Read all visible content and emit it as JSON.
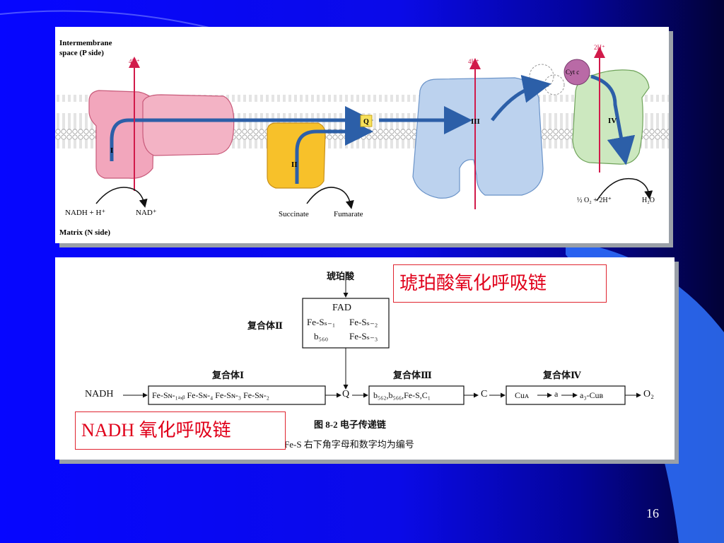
{
  "slide": {
    "page_number": "16"
  },
  "top_diagram": {
    "intermembrane_label_1": "Intermembrane",
    "intermembrane_label_2": "space (P side)",
    "matrix_label": "Matrix (N side)",
    "proton_I": "4H⁺",
    "proton_III": "4H⁺",
    "proton_IV": "2H⁺",
    "complex_I": "I",
    "complex_II": "II",
    "complex_III": "III",
    "complex_IV": "IV",
    "q_label": "Q",
    "cyt_c": "Cyt c",
    "nadh": "NADH + H⁺",
    "nad": "NAD⁺",
    "succinate": "Succinate",
    "fumarate": "Fumarate",
    "oxygen": "½ O₂ + 2H⁺",
    "water": "H₂O"
  },
  "bottom_diagram": {
    "succinate_cn": "琥珀酸",
    "fad": "FAD",
    "fes_s1": "Fe-Sₛ₋₁",
    "fes_s2": "Fe-Sₛ₋₂",
    "b560": "b₅₆₀",
    "fes_s3": "Fe-Sₛ₋₃",
    "complex_II_cn": "复合体Ⅱ",
    "complex_I_cn": "复合体Ⅰ",
    "complex_III_cn": "复合体Ⅲ",
    "complex_IV_cn": "复合体Ⅳ",
    "nadh": "NADH",
    "complex_I_content": "Fe-Sɴ-₁ₐ,ᵦ Fe-Sɴ-₄ Fe-Sɴ-₃ Fe-Sɴ-₂",
    "q": "Q",
    "complex_III_content": "b₅₆₂,b₅₆₆,Fe-S,C₁",
    "c": "C",
    "cu_a": "Cuᴀ",
    "a": "a",
    "a3_cub": "a₃-Cuʙ",
    "o2": "O₂",
    "figure_caption": "图 8-2   电子传递链",
    "footnote": "Fe-S 右下角字母和数字均为编号",
    "succinate_chain_label": "琥珀酸氧化呼吸链",
    "nadh_chain_label": "NADH 氧化呼吸链"
  }
}
